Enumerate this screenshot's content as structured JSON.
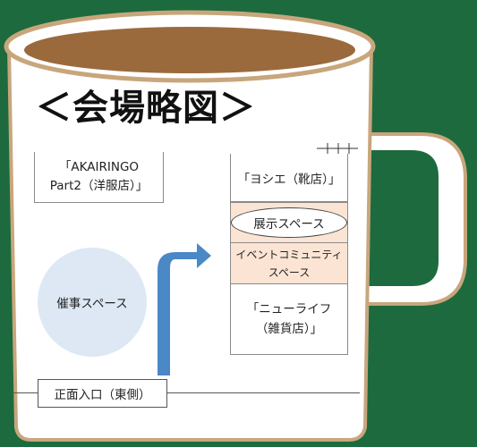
{
  "title": "＜会場略図＞",
  "shops": {
    "akairingo": [
      "「AKAIRINGO",
      "Part2（洋服店）」"
    ],
    "yoshie": "「ヨシエ（靴店）」",
    "newlife": [
      "「ニューライフ",
      "（雑貨店）」"
    ]
  },
  "zones": {
    "tenji": "展示スペース",
    "event": [
      "イベントコミュニティ",
      "スペース"
    ],
    "saiji": "催事スペース"
  },
  "entrance": "正面入口（東側）",
  "colors": {
    "background": "#1d6a3e",
    "mug_body": "#ffffff",
    "mug_rim": "#c8a67c",
    "coffee": "#9b6a3c",
    "zone_fill": "#fbe4d4",
    "circle_fill": "#dde8f4",
    "arrow": "#4a88c6"
  },
  "icons": {
    "arrow": "blue-arrow-icon"
  }
}
